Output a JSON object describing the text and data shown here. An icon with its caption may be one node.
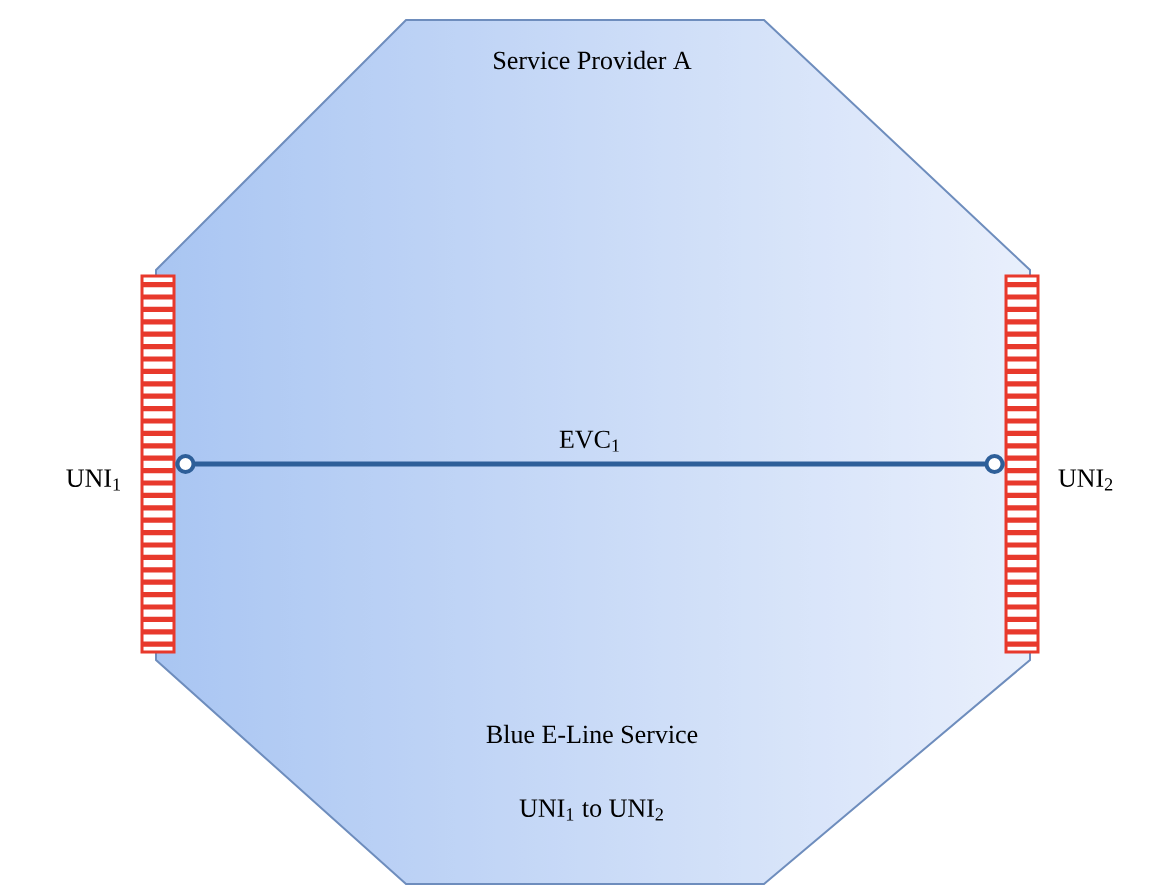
{
  "diagram": {
    "nodes": [
      {
        "text": [
          "Service Provider A",
          "Blue E-Line Service",
          "UNI$_{1}$ to UNI$_{2}$"
        ]
      },
      {
        "text": [],
        "shape": "bar",
        "beside": [
          "UNI$_{1}$"
        ],
        "in": 0
      },
      {
        "text": [],
        "shape": "bar",
        "beside": [
          "UNI$_{2}$"
        ],
        "in": 0
      }
    ],
    "edges": [
      {
        "from": 1,
        "to": 2,
        "arrow": "other",
        "label": "EVC$_{1}$"
      }
    ]
  }
}
